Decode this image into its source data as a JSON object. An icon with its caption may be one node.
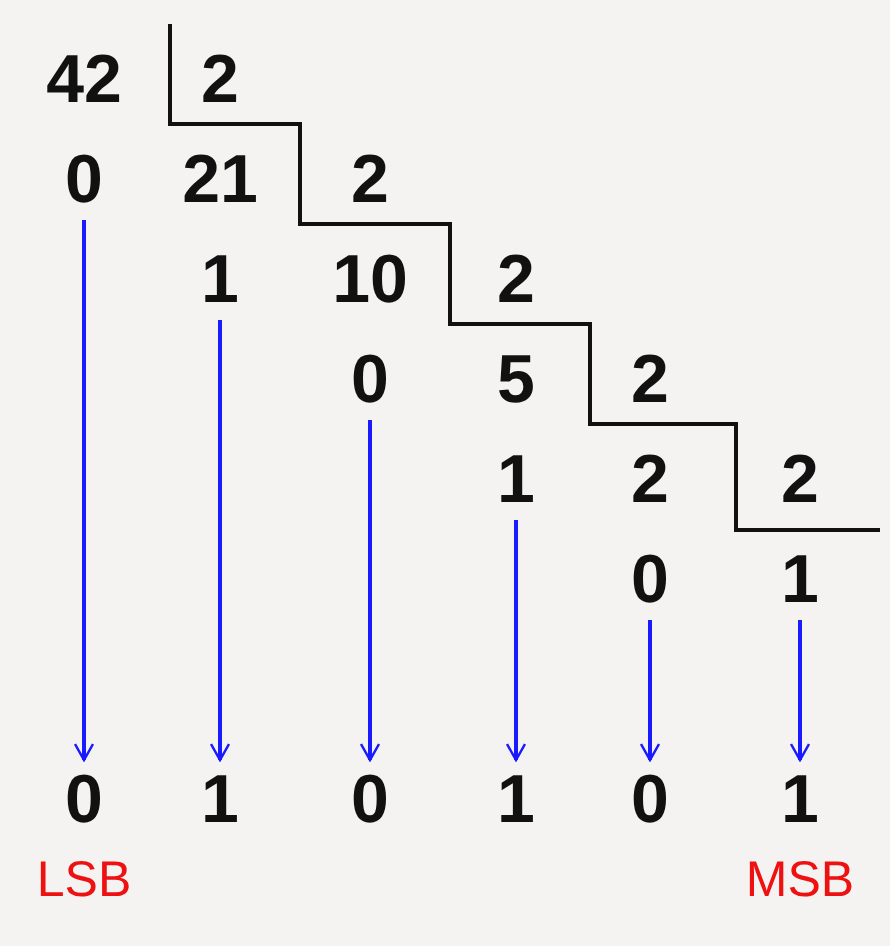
{
  "diagram": {
    "nodes": [
      {
        "text": [
          "0"
        ]
      },
      {
        "text": [
          "1"
        ]
      },
      {
        "text": [
          "0"
        ]
      },
      {
        "text": [
          "1"
        ]
      },
      {
        "text": [
          "0"
        ]
      },
      {
        "text": [
          "1"
        ]
      },
      {
        "text": [
          "0"
        ]
      },
      {
        "text": [
          "1"
        ]
      },
      {
        "text": [
          "0"
        ]
      },
      {
        "text": [
          "1"
        ]
      },
      {
        "text": [
          "0"
        ]
      },
      {
        "text": [
          "1"
        ]
      }
    ],
    "edges": [
      {
        "from": 0,
        "to": 6,
        "arrow": "to"
      },
      {
        "from": 1,
        "to": 7,
        "arrow": "to"
      },
      {
        "from": 2,
        "to": 8,
        "arrow": "to"
      },
      {
        "from": 3,
        "to": 9,
        "arrow": "to"
      },
      {
        "from": 4,
        "to": 10,
        "arrow": "to"
      },
      {
        "from": 5,
        "to": 11,
        "arrow": "to"
      }
    ],
    "labels": [
      "42",
      "2",
      "21",
      "2",
      "10",
      "2",
      "5",
      "2",
      "2",
      "2",
      "LSB",
      "MSB"
    ]
  }
}
